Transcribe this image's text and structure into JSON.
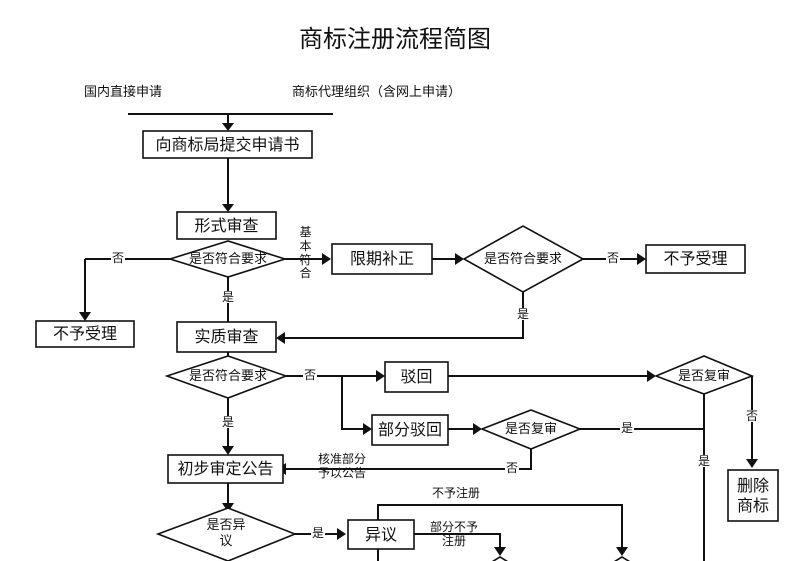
{
  "title": "商标注册流程简图",
  "sources": {
    "left": "国内直接申请",
    "right": "商标代理组织（含网上申请）"
  },
  "nodes": {
    "submit": "向商标局提交申请书",
    "formal_review": "形式审查",
    "formal_check": "是否符合要求",
    "reject_left": "不予受理",
    "correction": "限期补正",
    "correction_check": "是否符合要求",
    "reject_right": "不予受理",
    "substantive_review": "实质审查",
    "substantive_check": "是否符合要求",
    "rejection": "驳回",
    "partial_rejection": "部分驳回",
    "review_check_partial": "是否复审",
    "review_check_full": "是否复审",
    "delete_mark": "删除商标",
    "preliminary_notice": "初步审定公告",
    "opposition_check": "是否异议",
    "opposition": "异议"
  },
  "edges": {
    "formal_no": "否",
    "formal_yes": "是",
    "formal_basic": "基本符合",
    "correction_no": "否",
    "correction_yes": "是",
    "substantive_no": "否",
    "substantive_yes": "是",
    "partial_review_yes": "是",
    "partial_review_no": "否",
    "partial_approved": "核准部分予以公告",
    "full_review_no": "否",
    "full_review_yes": "是",
    "opposition_yes": "是",
    "not_registered": "不予注册",
    "partial_not_registered": "部分不予注册"
  }
}
